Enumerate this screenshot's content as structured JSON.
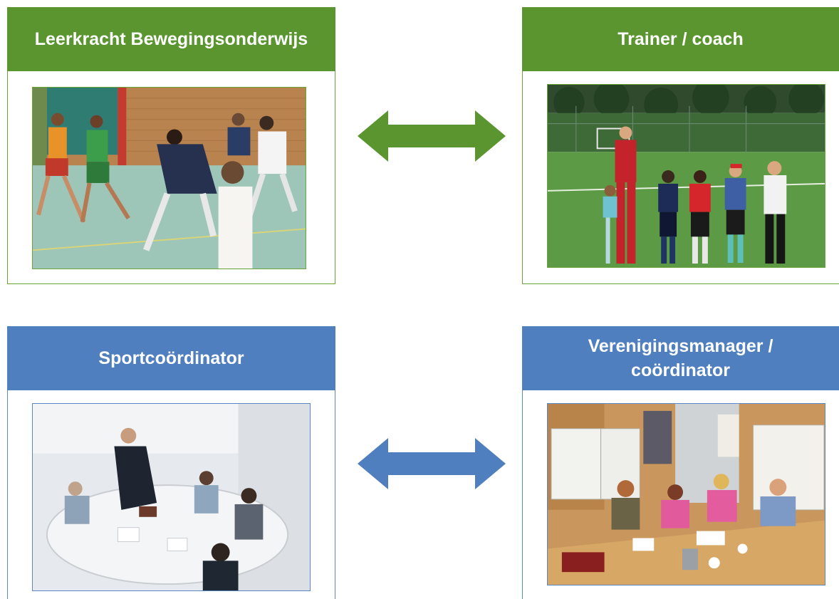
{
  "colors": {
    "green": "#5b9530",
    "blue": "#4f7fbf",
    "green_border": "#6aa33a",
    "blue_border": "#5a86c4"
  },
  "cards": {
    "teacher": {
      "title": "Leerkracht Bewegingsonderwijs",
      "photo": "gym-class-photo"
    },
    "trainer": {
      "title": "Trainer / coach",
      "photo": "hockey-team-photo"
    },
    "sport": {
      "title": "Sportcoördinator",
      "photo": "business-meeting-photo"
    },
    "club": {
      "title_line1": "Verenigingsmanager /",
      "title_line2": "coördinator",
      "photo": "board-meeting-photo"
    }
  },
  "arrows": {
    "top": "double-arrow-icon",
    "bottom": "double-arrow-icon"
  }
}
